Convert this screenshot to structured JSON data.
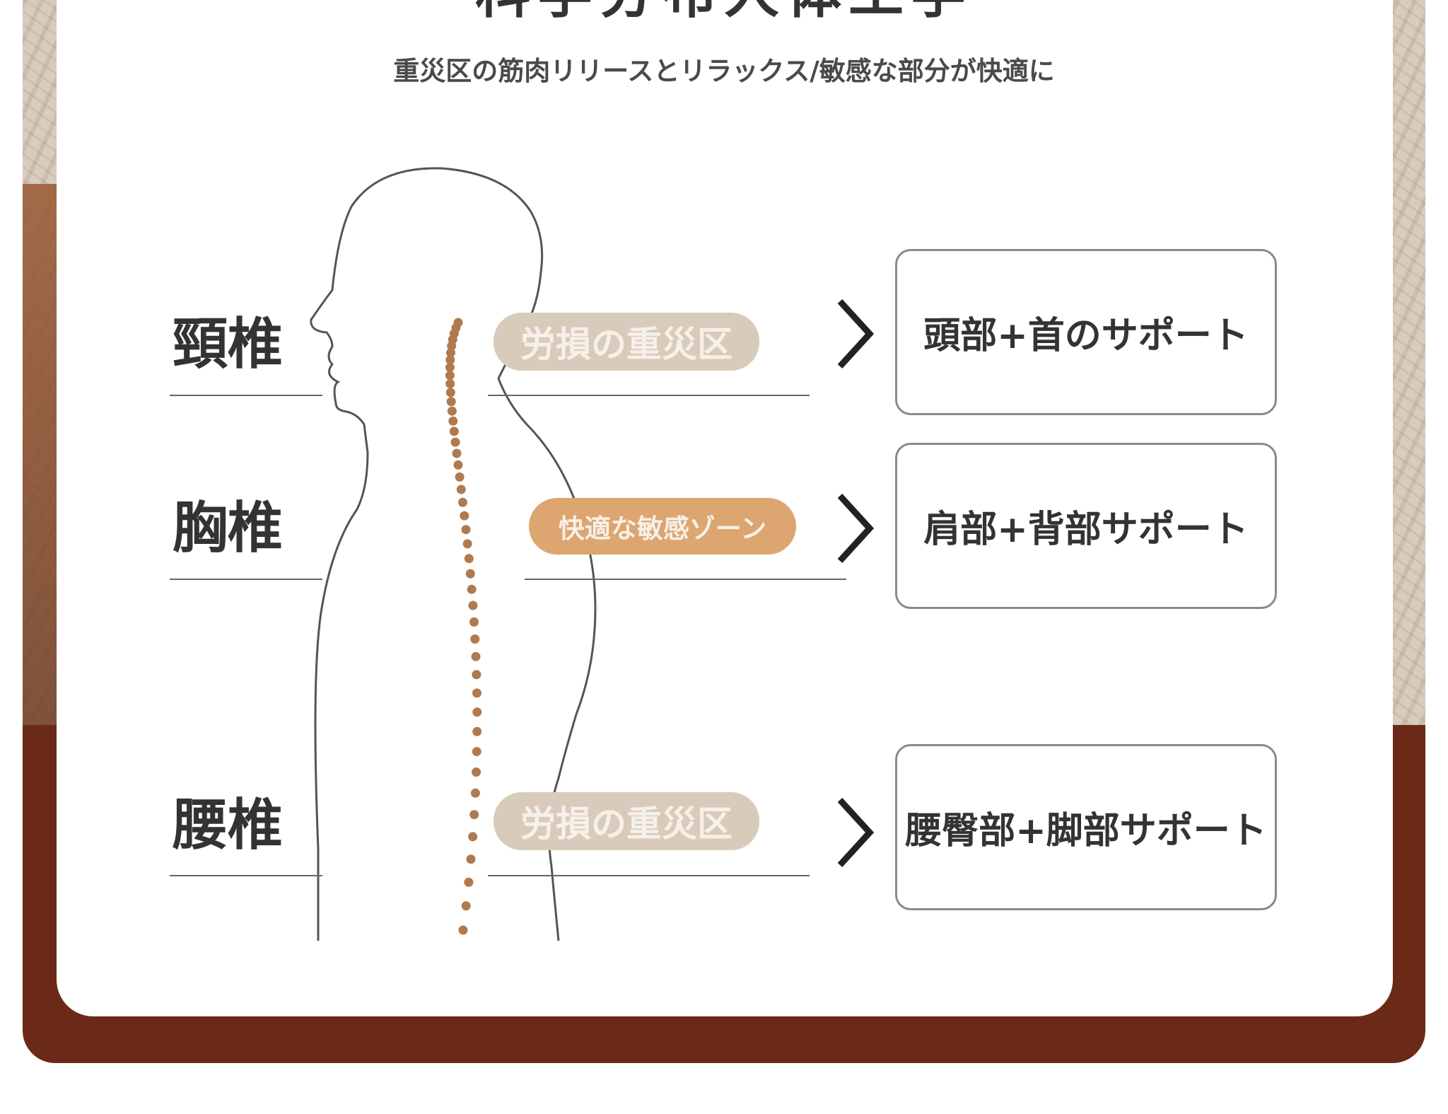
{
  "header": {
    "title": "科学分布人体工学",
    "subtitle": "重災区の筋肉リリースとリラックス/敏感な部分が快適に"
  },
  "regions": [
    {
      "label": "頸椎",
      "pill": "労損の重災区",
      "support": "頭部+首のサポート"
    },
    {
      "label": "胸椎",
      "pill": "快適な敏感ゾーン",
      "support": "肩部+背部サポート"
    },
    {
      "label": "腰椎",
      "pill": "労損の重災区",
      "support": "腰臀部+脚部サポート"
    }
  ],
  "colors": {
    "brown": "#6b2a17",
    "pill_tan": "#d8cbbb",
    "pill_orange": "#dda56f",
    "spine_dots": "#b07a4e",
    "text": "#333333"
  }
}
